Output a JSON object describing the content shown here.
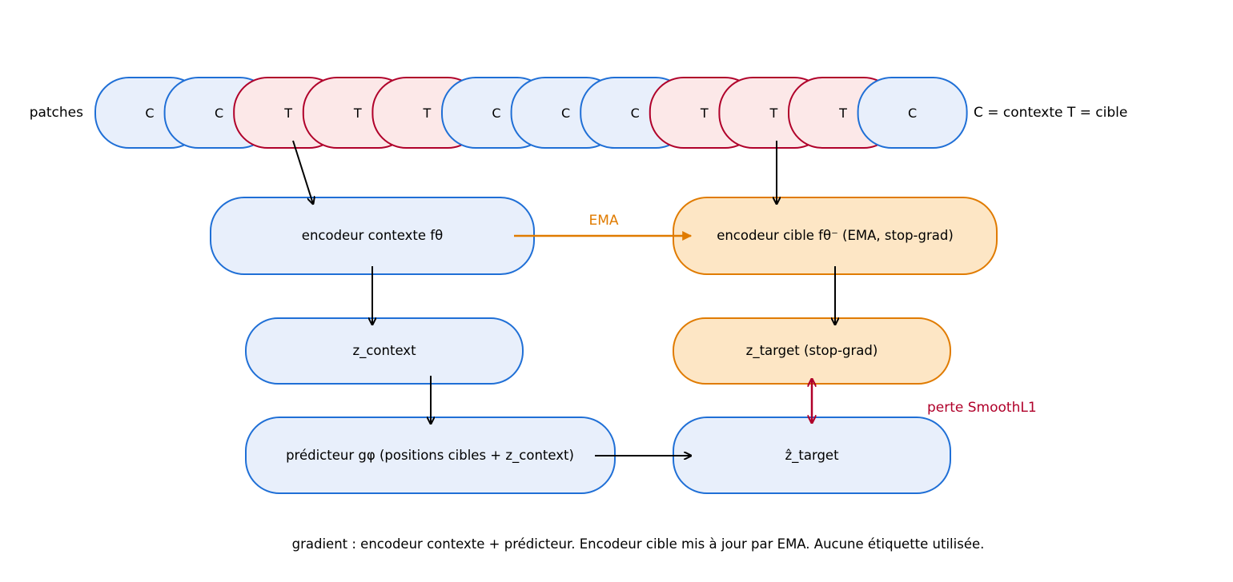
{
  "patches_label": "patches",
  "patch_sequence": [
    "C",
    "C",
    "T",
    "T",
    "T",
    "C",
    "C",
    "C",
    "T",
    "T",
    "T",
    "C"
  ],
  "legend": "C = contexte  T = cible",
  "colors": {
    "context_fill": "#e8effb",
    "context_stroke": "#1f6fd6",
    "target_fill": "#fce8e8",
    "target_stroke": "#b0002a",
    "ema_fill": "#fde6c5",
    "ema_stroke": "#e07b00",
    "ema_arrow": "#e07b00",
    "loss_arrow": "#b0002a",
    "arrow": "#000000"
  },
  "boxes": {
    "context_encoder": "encodeur contexte  fθ",
    "target_encoder": "encodeur cible  fθ⁻  (EMA, stop-grad)",
    "z_context": "z_context",
    "z_target": "z_target (stop-grad)",
    "predictor": "prédicteur  gφ  (positions cibles + z_context)",
    "z_hat_target": "ẑ_target"
  },
  "ema_label": "EMA",
  "loss_label": "perte SmoothL1",
  "footer": "gradient : encodeur contexte + prédicteur.  Encodeur cible mis à jour par EMA.  Aucune étiquette utilisée."
}
